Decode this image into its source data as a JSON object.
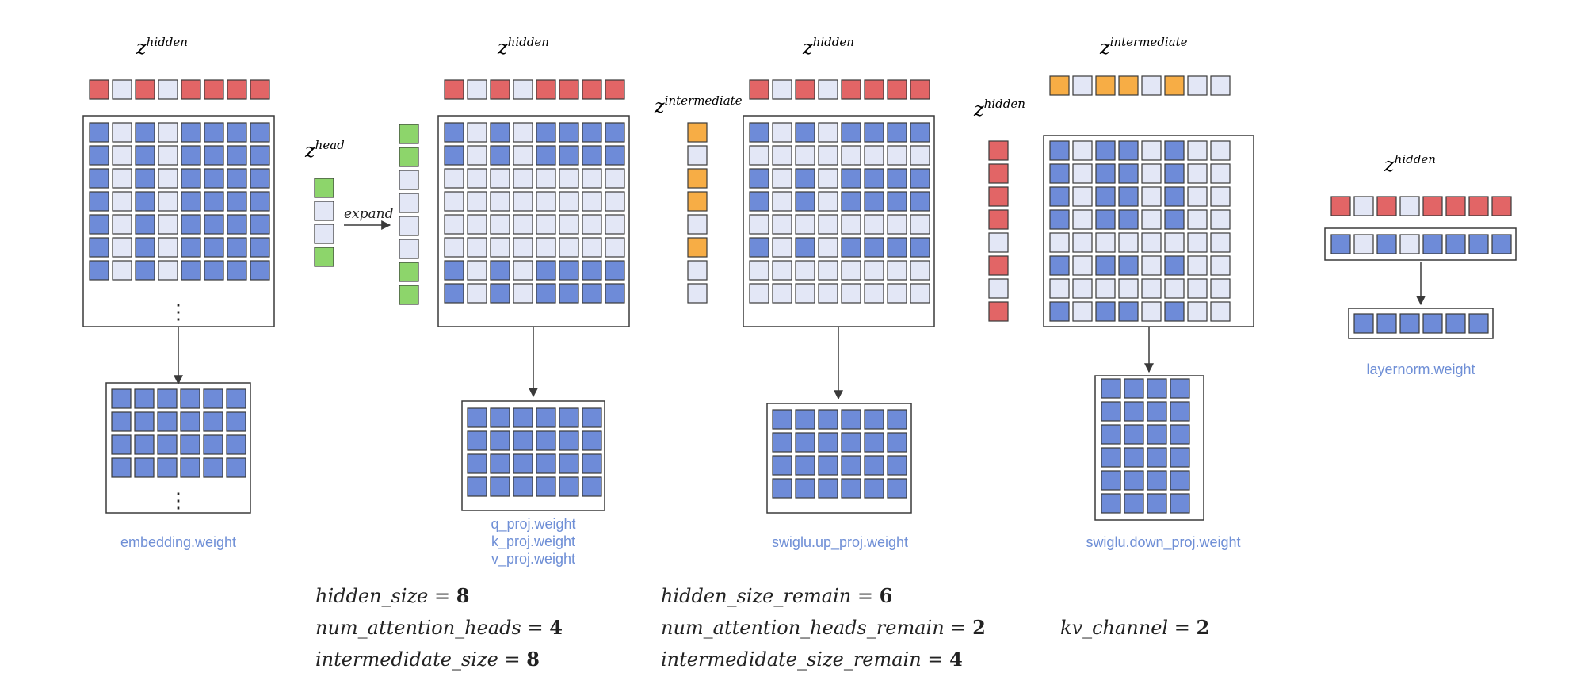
{
  "colors": {
    "red": "#e26566",
    "light": "#e3e7f6",
    "blue": "#6e8bd8",
    "green": "#8dd56b",
    "orange": "#f7ad45",
    "stroke": "#3a3a3a",
    "caption": "#6f8fd6"
  },
  "labels": {
    "z_base": "z",
    "hidden": "hidden",
    "head": "head",
    "intermediate": "intermediate",
    "expand": "expand",
    "ellipsis": "⋮"
  },
  "captions": {
    "embedding": "embedding.weight",
    "q_proj": "q_proj.weight",
    "k_proj": "k_proj.weight",
    "v_proj": "v_proj.weight",
    "up_proj": "swiglu.up_proj.weight",
    "down_proj": "swiglu.down_proj.weight",
    "layernorm": "layernorm.weight"
  },
  "equations": {
    "hidden_size": {
      "name": "hidden_size",
      "value": "8"
    },
    "num_attention_heads": {
      "name": "num_attention_heads",
      "value": "4"
    },
    "intermediate_size": {
      "name": "intermedidate_size",
      "value": "8"
    },
    "hidden_size_remain": {
      "name": "hidden_size_remain",
      "value": "6"
    },
    "num_attention_heads_remain": {
      "name": "num_attention_heads_remain",
      "value": "2"
    },
    "intermediate_size_remain": {
      "name": "intermedidate_size_remain",
      "value": "4"
    },
    "kv_channel": {
      "name": "kv_channel",
      "value": "2"
    }
  },
  "masks": {
    "hidden": [
      1,
      0,
      1,
      0,
      1,
      1,
      1,
      1
    ],
    "hidden_rows_mask": [
      1,
      1,
      1,
      1,
      0,
      1,
      0,
      1
    ],
    "head": [
      1,
      0,
      0,
      1
    ],
    "head_expanded": [
      1,
      1,
      0,
      0,
      0,
      0,
      1,
      1
    ],
    "intermediate_vertical": [
      1,
      0,
      1,
      1,
      0,
      1,
      0,
      0
    ],
    "intermediate_horizontal": [
      1,
      0,
      1,
      1,
      0,
      1,
      0,
      0
    ]
  }
}
